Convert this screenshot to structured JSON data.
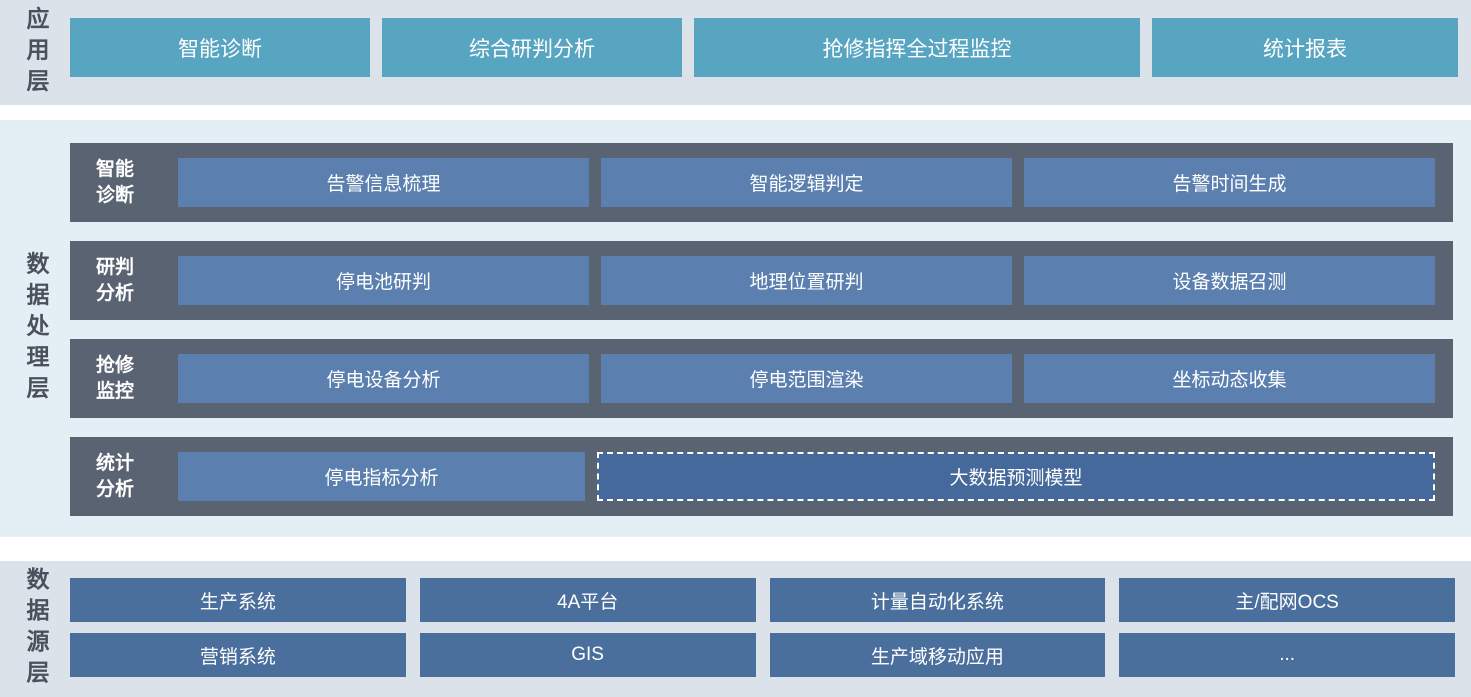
{
  "colors": {
    "band_gray": "#dce2ea",
    "band_light_blue": "#e4eef5",
    "teal_button": "#58a5c1",
    "slate_row": "#5a6372",
    "mid_blue_button": "#5b80af",
    "deep_blue_button": "#4a6f9d",
    "dashed_fill": "#46699b",
    "layer_label_text": "#4a515c",
    "button_text": "#ffffff"
  },
  "layers": {
    "application": {
      "label": "应用层",
      "items": [
        "智能诊断",
        "综合研判分析",
        "抢修指挥全过程监控",
        "统计报表"
      ]
    },
    "processing": {
      "label": "数据处理层",
      "rows": [
        {
          "label": "智能诊断",
          "items": [
            "告警信息梳理",
            "智能逻辑判定",
            "告警时间生成"
          ]
        },
        {
          "label": "研判分析",
          "items": [
            "停电池研判",
            "地理位置研判",
            "设备数据召测"
          ]
        },
        {
          "label": "抢修监控",
          "items": [
            "停电设备分析",
            "停电范围渲染",
            "坐标动态收集"
          ]
        },
        {
          "label": "统计分析",
          "items": [
            "停电指标分析"
          ],
          "dashed_item": "大数据预测模型"
        }
      ]
    },
    "source": {
      "label": "数据源层",
      "rows": [
        [
          "生产系统",
          "4A平台",
          "计量自动化系统",
          "主/配网OCS"
        ],
        [
          "营销系统",
          "GIS",
          "生产域移动应用",
          "..."
        ]
      ]
    }
  }
}
